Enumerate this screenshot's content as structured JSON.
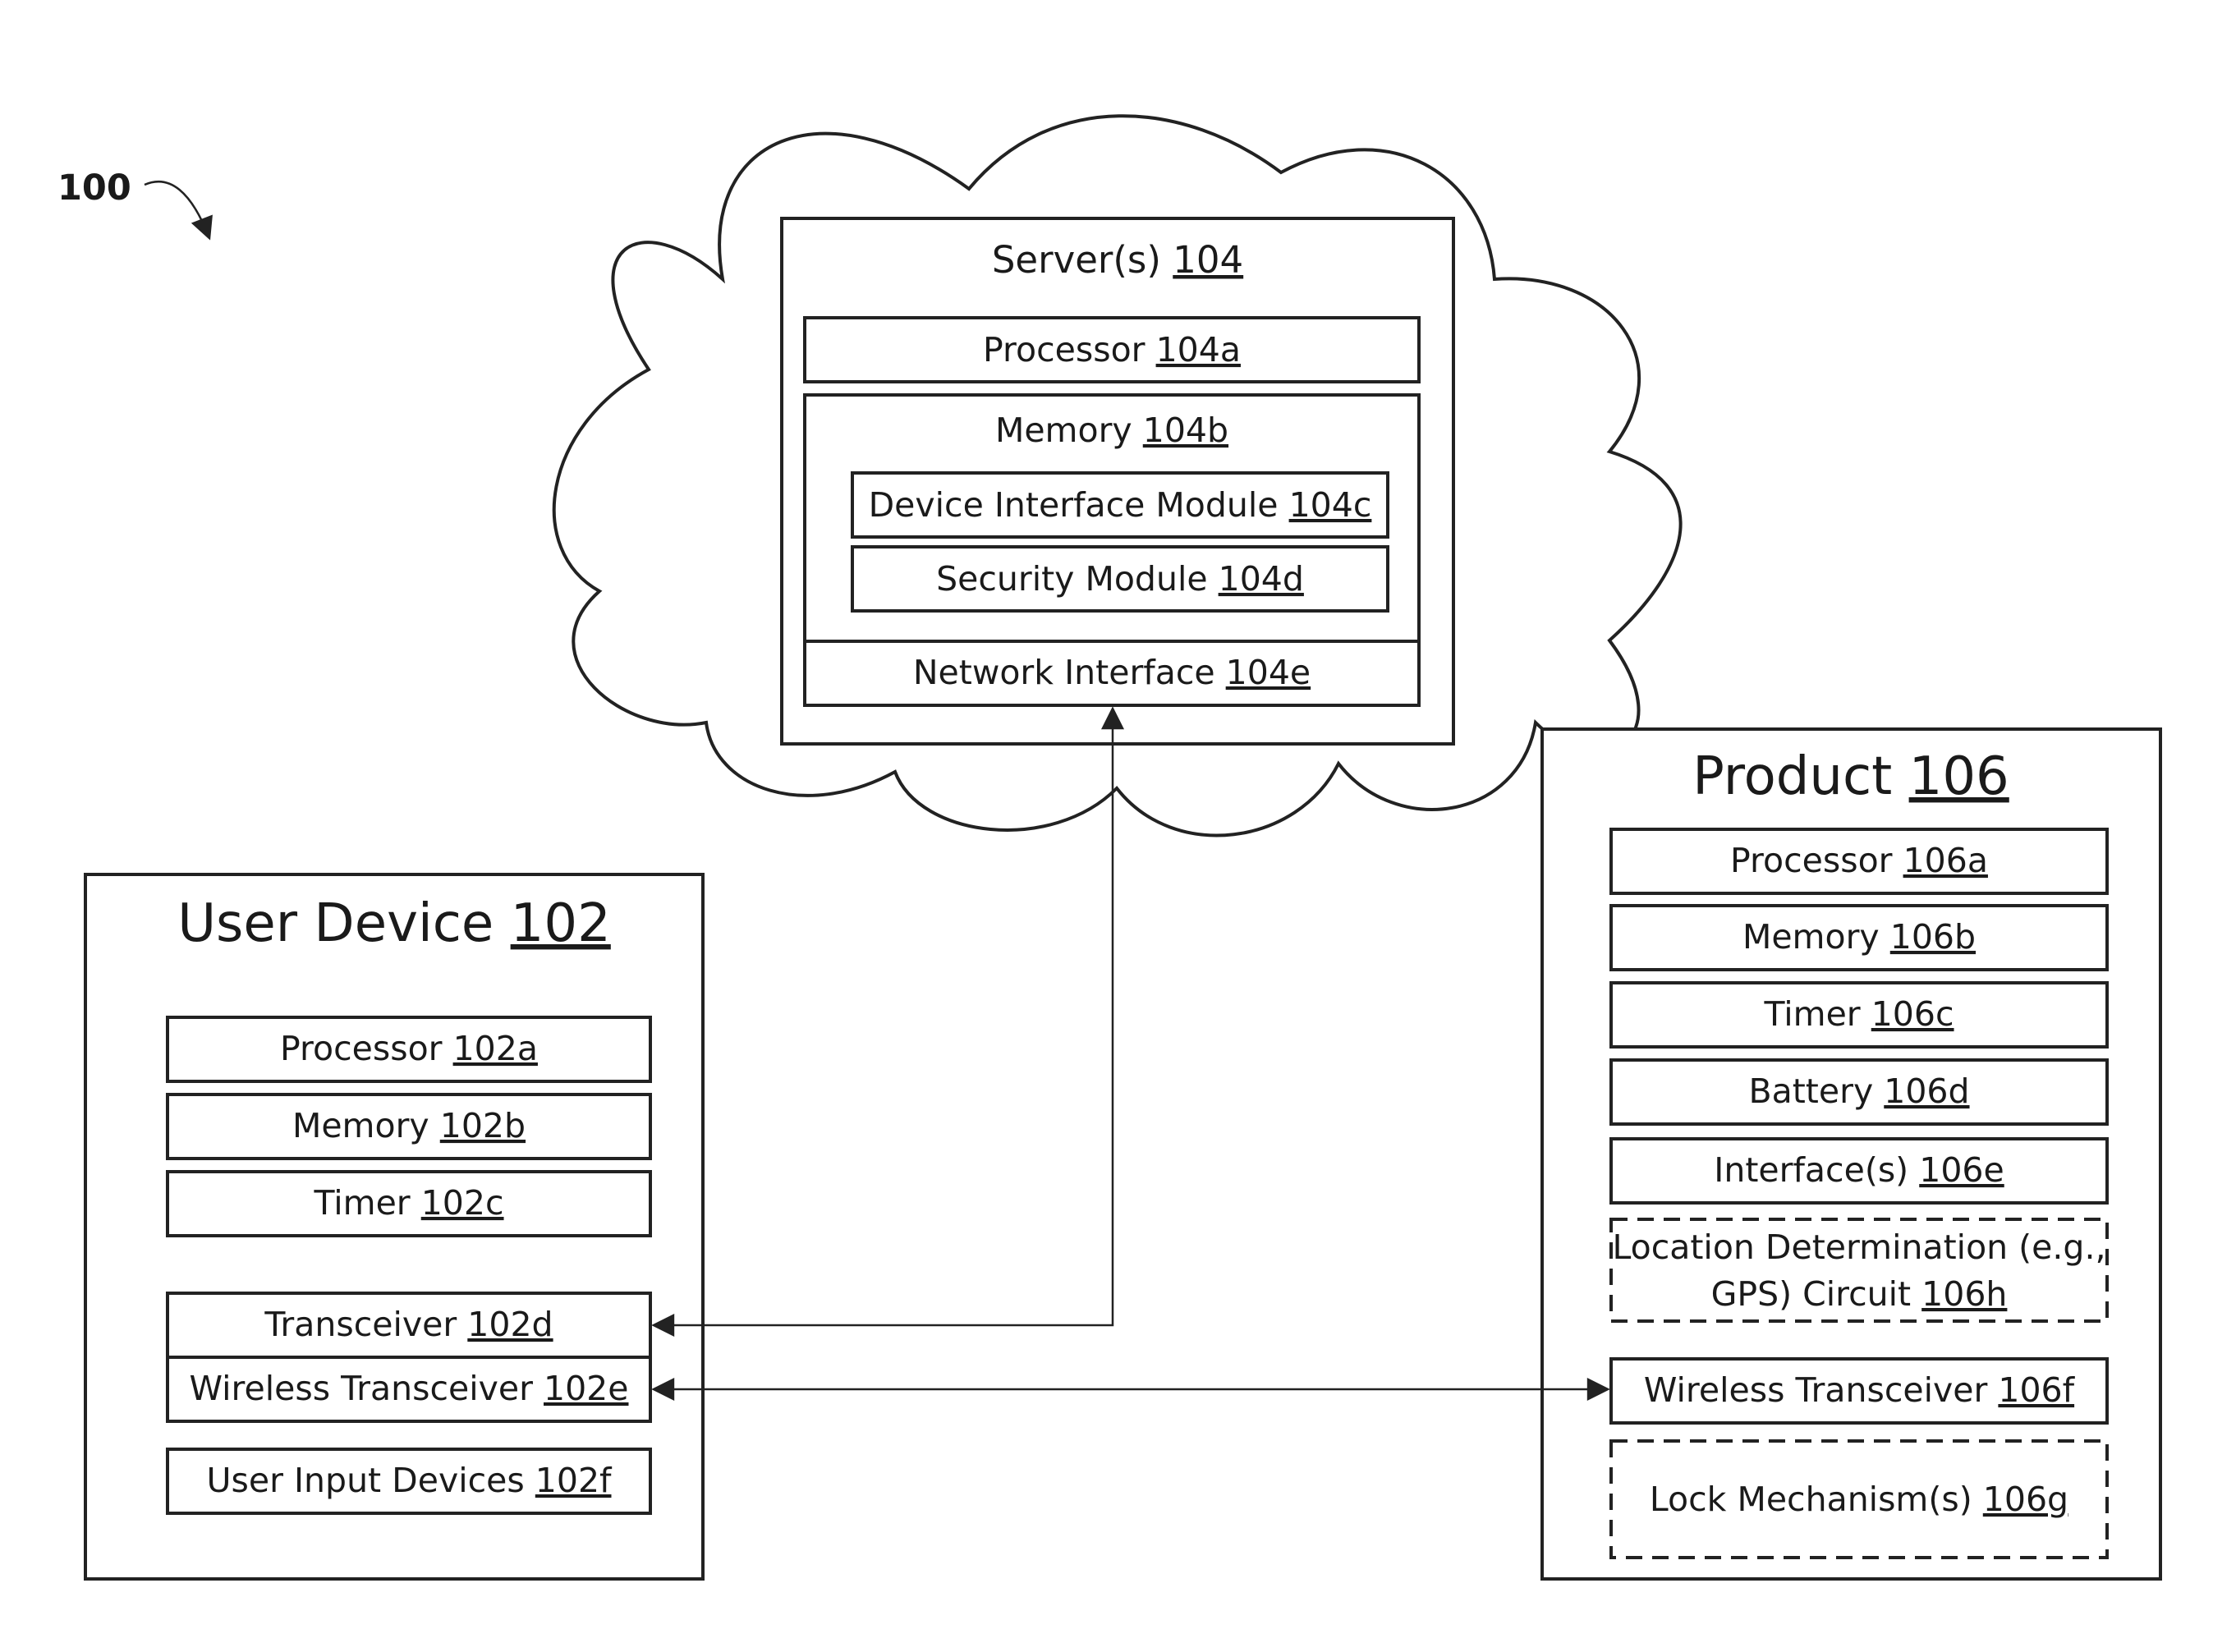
{
  "figure_ref": "100",
  "server": {
    "title": "Server(s)",
    "ref": "104",
    "processor": {
      "label": "Processor",
      "ref": "104a"
    },
    "memory": {
      "label": "Memory",
      "ref": "104b"
    },
    "device_interface": {
      "label": "Device Interface Module",
      "ref": "104c"
    },
    "security": {
      "label": "Security Module",
      "ref": "104d"
    },
    "network": {
      "label": "Network Interface",
      "ref": "104e"
    }
  },
  "user_device": {
    "title": "User Device",
    "ref": "102",
    "processor": {
      "label": "Processor",
      "ref": "102a"
    },
    "memory": {
      "label": "Memory",
      "ref": "102b"
    },
    "timer": {
      "label": "Timer",
      "ref": "102c"
    },
    "transceiver": {
      "label": "Transceiver",
      "ref": "102d"
    },
    "wireless": {
      "label": "Wireless Transceiver",
      "ref": "102e"
    },
    "input": {
      "label": "User Input Devices",
      "ref": "102f"
    }
  },
  "product": {
    "title": "Product",
    "ref": "106",
    "processor": {
      "label": "Processor",
      "ref": "106a"
    },
    "memory": {
      "label": "Memory",
      "ref": "106b"
    },
    "timer": {
      "label": "Timer",
      "ref": "106c"
    },
    "battery": {
      "label": "Battery",
      "ref": "106d"
    },
    "interfaces": {
      "label": "Interface(s)",
      "ref": "106e"
    },
    "location": {
      "line1": "Location Determination (e.g.,",
      "line2": "GPS) Circuit",
      "ref": "106h"
    },
    "wireless": {
      "label": "Wireless Transceiver",
      "ref": "106f"
    },
    "lock": {
      "label": "Lock Mechanism(s)",
      "ref": "106g"
    }
  }
}
